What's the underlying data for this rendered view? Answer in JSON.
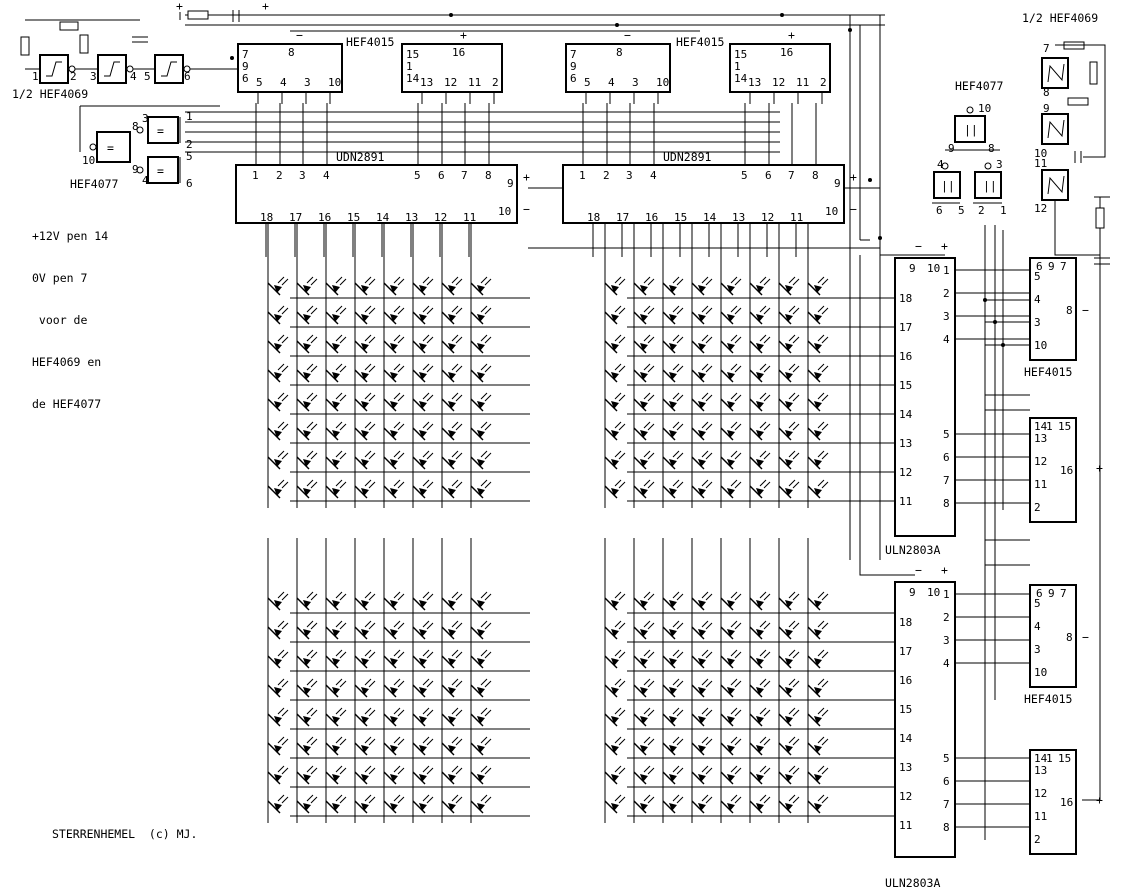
{
  "notes": [
    "+12V pen 14",
    "0V pen 7",
    " voor de",
    "HEF4069 en",
    "de HEF4077"
  ],
  "credit": "STERRENHEMEL  (c) MJ.",
  "labels": {
    "hef4069_top_left": "1/2 HEF4069",
    "hef4069_top_right": "1/2 HEF4069",
    "hef4077_left": "HEF4077",
    "hef4077_right": "HEF4077",
    "hef4015": "HEF4015",
    "udn2891": "UDN2891",
    "uln2803a": "ULN2803A"
  },
  "pins": {
    "hef4015_top_left": [
      "7",
      "9",
      "6",
      "8",
      "5",
      "4",
      "3",
      "10"
    ],
    "hef4015_top_right": [
      "15",
      "1",
      "14",
      "16",
      "13",
      "12",
      "11",
      "2"
    ],
    "udn2891_top": [
      "1",
      "2",
      "3",
      "4",
      "5",
      "6",
      "7",
      "8"
    ],
    "udn2891_bottom": [
      "18",
      "17",
      "16",
      "15",
      "14",
      "13",
      "12",
      "11"
    ],
    "udn2891_side": [
      "9",
      "10"
    ],
    "uln2803a_top": [
      "9",
      "10"
    ],
    "uln2803a_left": [
      "18",
      "17",
      "16",
      "15",
      "14",
      "13",
      "12",
      "11"
    ],
    "uln2803a_right": [
      "1",
      "2",
      "3",
      "4",
      "5",
      "6",
      "7",
      "8"
    ],
    "hef4015_side_a_top": [
      "6",
      "9",
      "7"
    ],
    "hef4015_side_a_left": [
      "5",
      "4",
      "3",
      "10"
    ],
    "hef4015_side_a_right": [
      "8"
    ],
    "hef4015_side_b_top": [
      "14",
      "1",
      "15"
    ],
    "hef4015_side_b_left": [
      "13",
      "12",
      "11",
      "2"
    ],
    "hef4015_side_b_right": [
      "16"
    ],
    "inverter_chain": [
      "1",
      "2",
      "3",
      "4",
      "5",
      "6"
    ],
    "inverter_right": [
      "7",
      "8",
      "9",
      "10",
      "11",
      "12"
    ],
    "xnor_left": [
      "8",
      "9",
      "10",
      "3",
      "4",
      "5",
      "6",
      "1",
      "2"
    ],
    "xnor_right": [
      "10",
      "9",
      "8",
      "4",
      "3",
      "6",
      "5",
      "2",
      "1"
    ]
  },
  "signs": {
    "plus": "+",
    "minus": "−"
  }
}
